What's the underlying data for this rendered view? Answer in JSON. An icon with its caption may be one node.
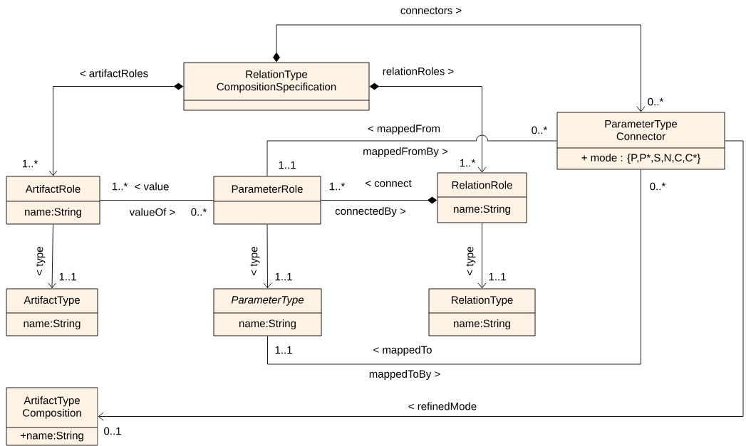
{
  "diagram": {
    "nodes": [
      {
        "text": [
          "RelationType CompositionSpecification"
        ]
      },
      {
        "text": [
          "ParameterType Connector",
          "+ mode : {P,P*,S,N,C,C*}"
        ]
      },
      {
        "text": [
          "ArtifactRole",
          "name:String"
        ]
      },
      {
        "text": [
          "ParameterRole"
        ]
      },
      {
        "text": [
          "RelationRole",
          "name:String"
        ]
      },
      {
        "text": [
          "ArtifactType",
          "name:String"
        ]
      },
      {
        "text": [
          "ParameterType",
          "name:String"
        ]
      },
      {
        "text": [
          "RelationType",
          "name:String"
        ]
      },
      {
        "text": [
          "ArtifactType Composition",
          "+name:String"
        ]
      }
    ],
    "edges": [
      {
        "from": 0,
        "to": 1,
        "arrow": "to",
        "label": "connectors >"
      },
      {
        "from": 0,
        "to": 2,
        "arrow": "to",
        "label": "< artifactRoles"
      },
      {
        "from": 0,
        "to": 4,
        "arrow": "to",
        "label": "relationRoles >"
      },
      {
        "from": 2,
        "to": 3,
        "arrow": "none",
        "label": "< value"
      },
      {
        "from": 3,
        "to": 4,
        "arrow": "other",
        "label": "< connect"
      },
      {
        "from": 3,
        "to": 1,
        "arrow": "none",
        "label": "< mappedFrom"
      },
      {
        "from": 2,
        "to": 5,
        "arrow": "to",
        "label": "< type"
      },
      {
        "from": 3,
        "to": 6,
        "arrow": "to",
        "label": "< type"
      },
      {
        "from": 4,
        "to": 7,
        "arrow": "to",
        "label": "< type"
      },
      {
        "from": 6,
        "to": 1,
        "arrow": "none",
        "label": "< mappedTo"
      },
      {
        "from": 1,
        "to": 8,
        "arrow": "to",
        "label": "< refinedMode"
      }
    ],
    "labels": [
      "0..*",
      "1..*",
      "mappedFromBy >",
      "0..*",
      "1..1",
      "1..*",
      "1..*",
      "valueOf >",
      "0..*",
      "1..*",
      "connectedBy >",
      "0..*",
      "1..1",
      "1..1",
      "1..1",
      "1..1",
      "mappedToBy >",
      "0..1"
    ]
  }
}
